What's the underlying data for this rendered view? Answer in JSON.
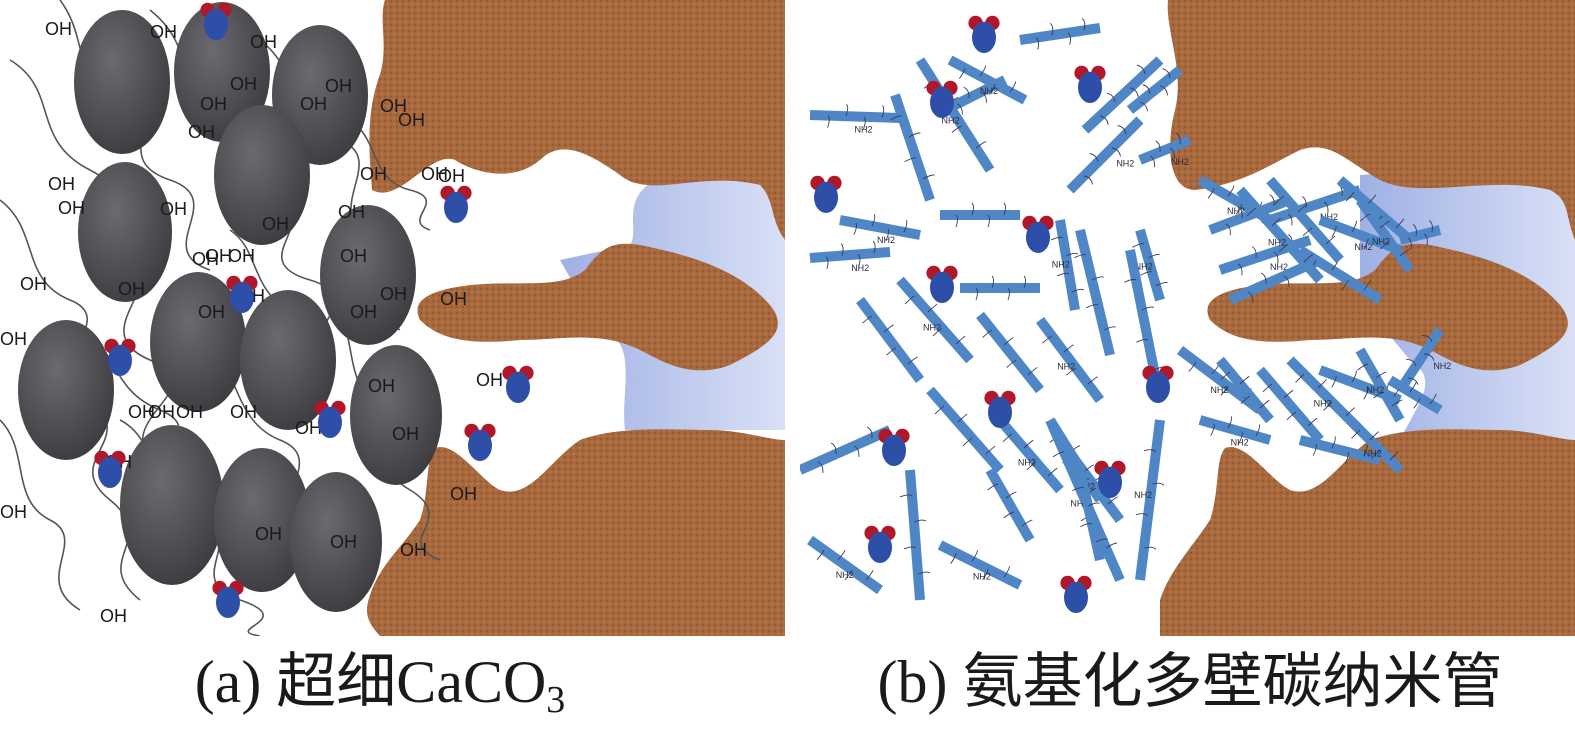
{
  "panels": [
    {
      "id": "a",
      "caption_prefix": "(a) 超细CaCO",
      "caption_subscript": "3",
      "group_label": "OH"
    },
    {
      "id": "b",
      "caption_prefix": "(b) 氨基化多壁碳纳米管",
      "group_label": "NH2"
    }
  ],
  "colors": {
    "particle": "#4a4a4f",
    "matrix": "#a8683e",
    "nanotube": "#4f86c6",
    "water_oxygen": "#2e4fa8",
    "water_hydrogen": "#b0182a",
    "void_fill": "#b7c4ea"
  }
}
